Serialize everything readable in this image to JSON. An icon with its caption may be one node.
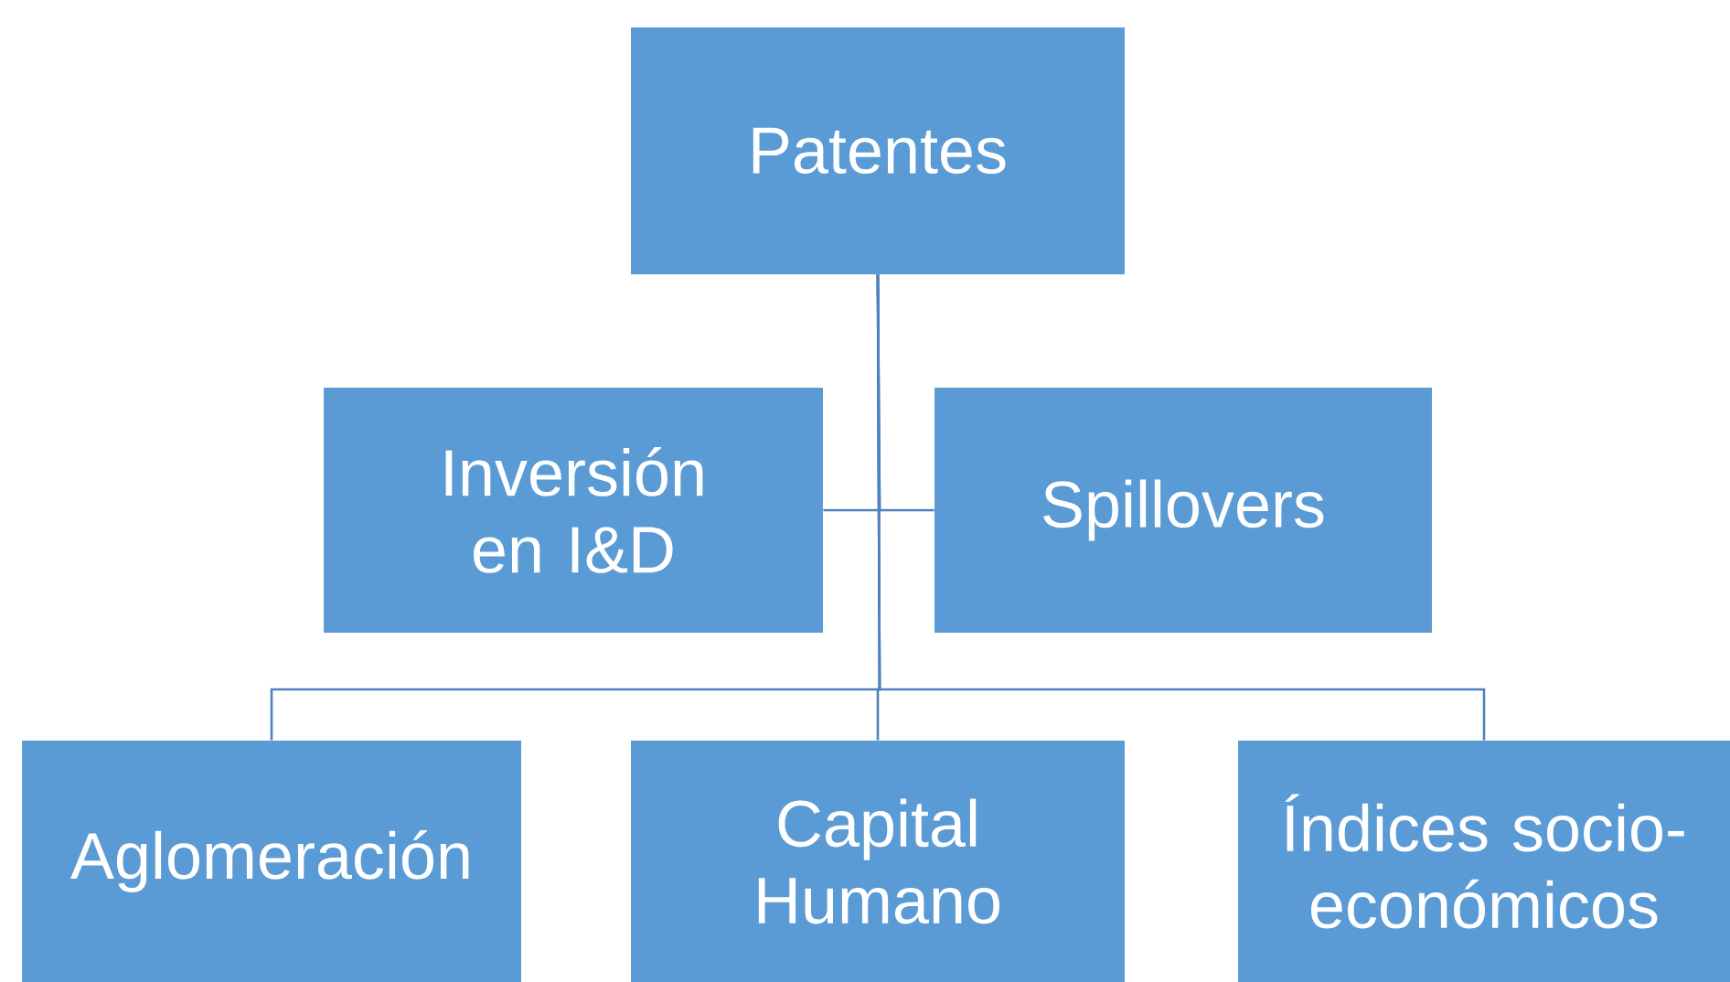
{
  "diagram": {
    "nodes": [
      {
        "text": [
          "Patentes"
        ]
      },
      {
        "text": [
          "Inversión en I&D"
        ]
      },
      {
        "text": [
          "Spillovers"
        ]
      },
      {
        "text": [
          "Aglomeración"
        ]
      },
      {
        "text": [
          "Capital Humano"
        ]
      },
      {
        "text": [
          "Índices socio-económicos"
        ]
      }
    ],
    "edges": [
      {
        "from": 0,
        "to": 1,
        "arrow": "none"
      },
      {
        "from": 0,
        "to": 2,
        "arrow": "none"
      },
      {
        "from": 0,
        "to": 3,
        "arrow": "none"
      },
      {
        "from": 0,
        "to": 4,
        "arrow": "none"
      },
      {
        "from": 0,
        "to": 5,
        "arrow": "none"
      }
    ]
  }
}
